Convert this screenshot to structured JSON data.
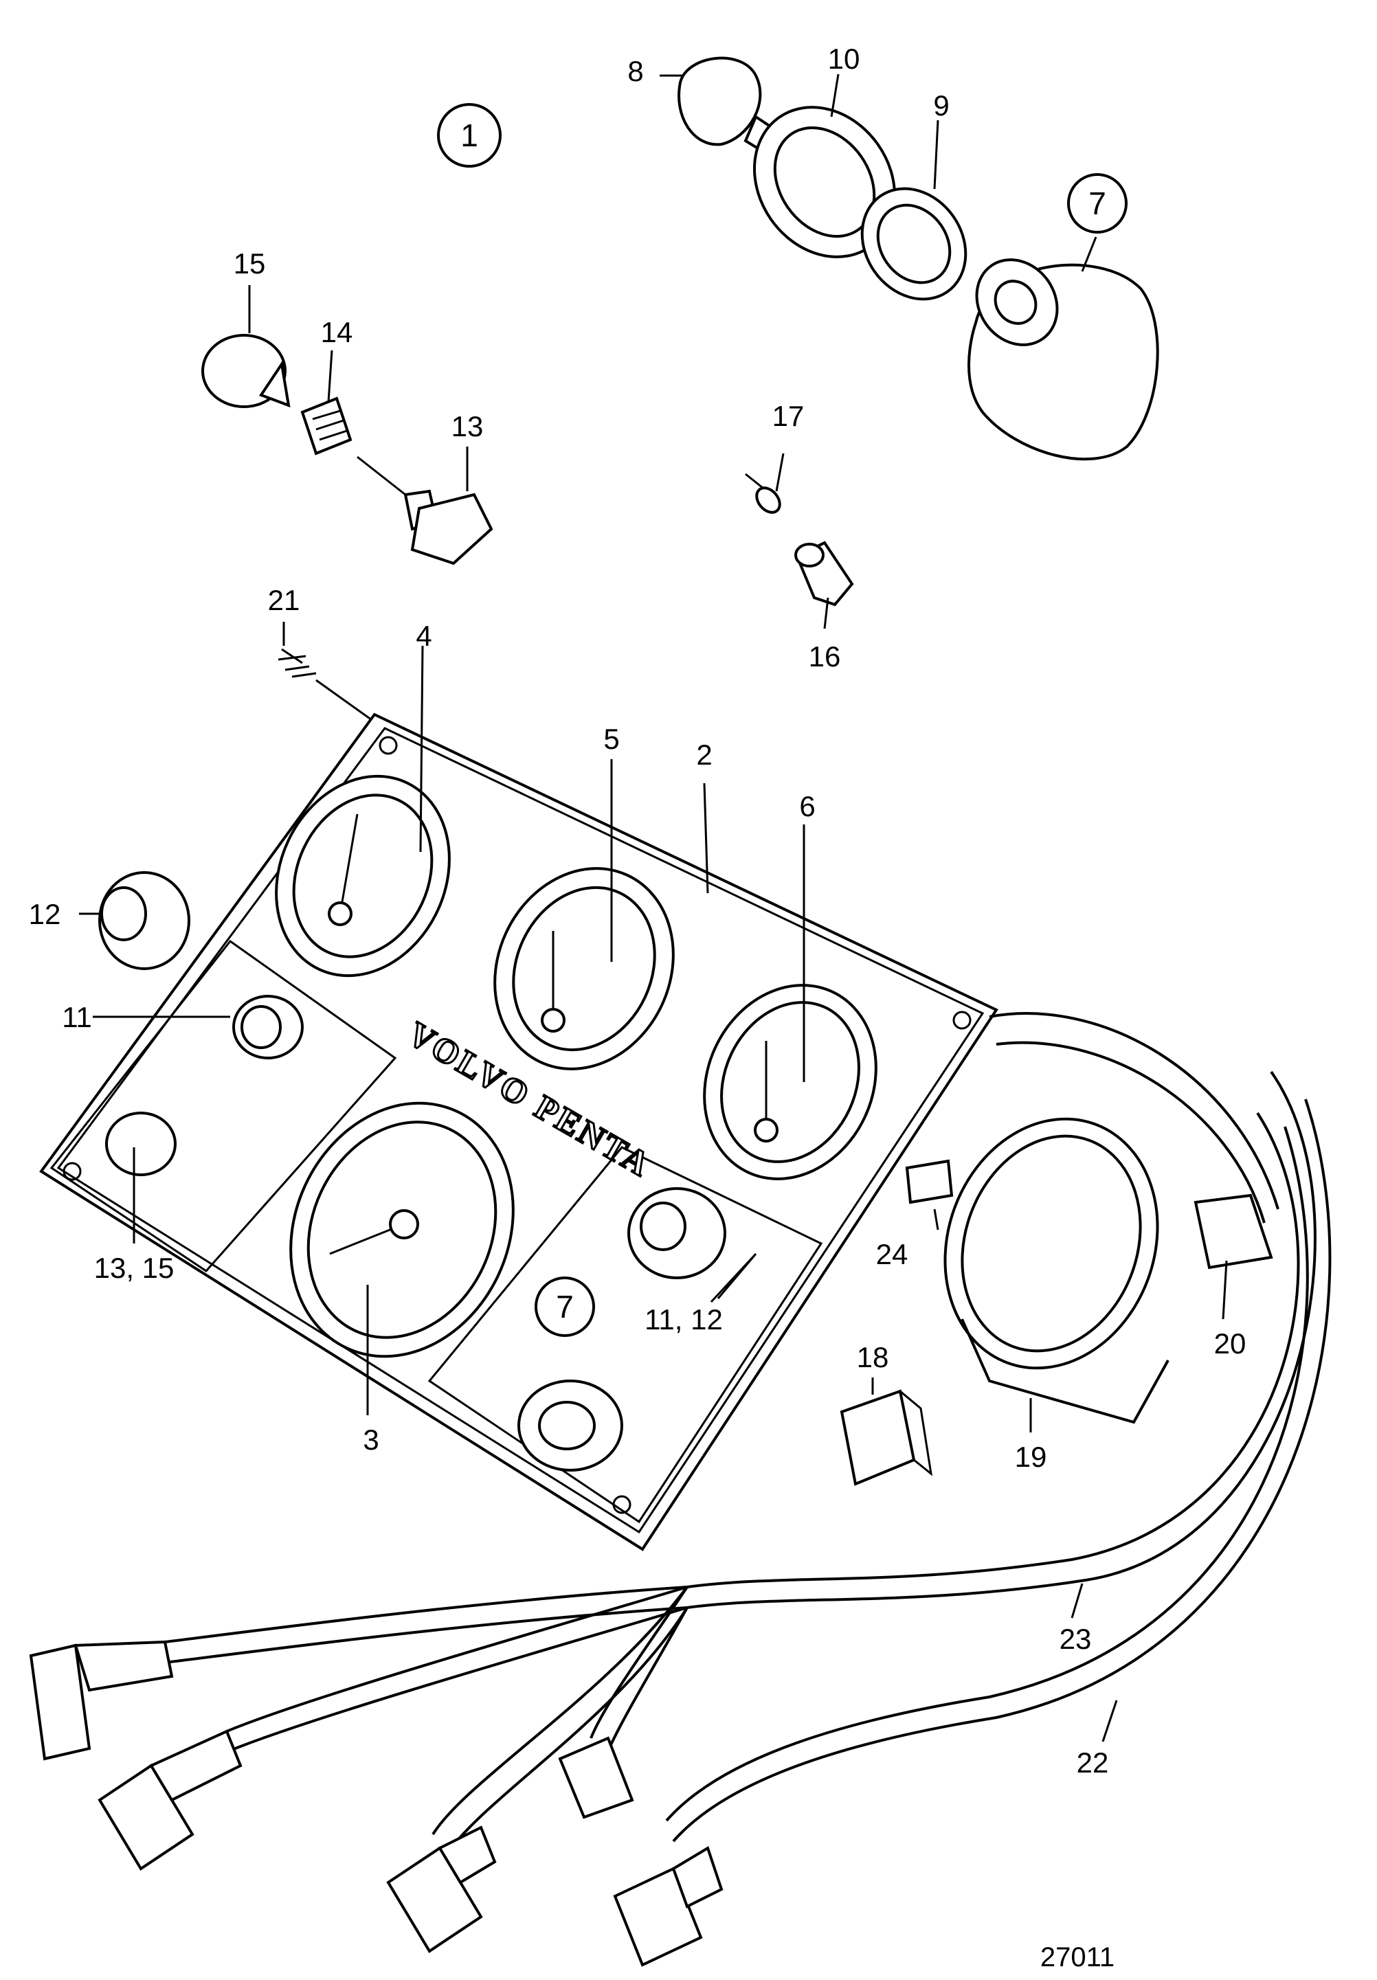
{
  "brand_text": "VOLVO PENTA",
  "figure_number": "27011",
  "circled_labels": [
    "1",
    "7",
    "7"
  ],
  "labels": {
    "l2": "2",
    "l3": "3",
    "l4": "4",
    "l5": "5",
    "l6": "6",
    "l8": "8",
    "l9": "9",
    "l10": "10",
    "l11": "11",
    "l11_12": "11, 12",
    "l12": "12",
    "l13": "13",
    "l13_15": "13, 15",
    "l14": "14",
    "l15": "15",
    "l16": "16",
    "l17": "17",
    "l18": "18",
    "l19": "19",
    "l20": "20",
    "l21": "21",
    "l22": "22",
    "l23": "23",
    "l24": "24"
  }
}
